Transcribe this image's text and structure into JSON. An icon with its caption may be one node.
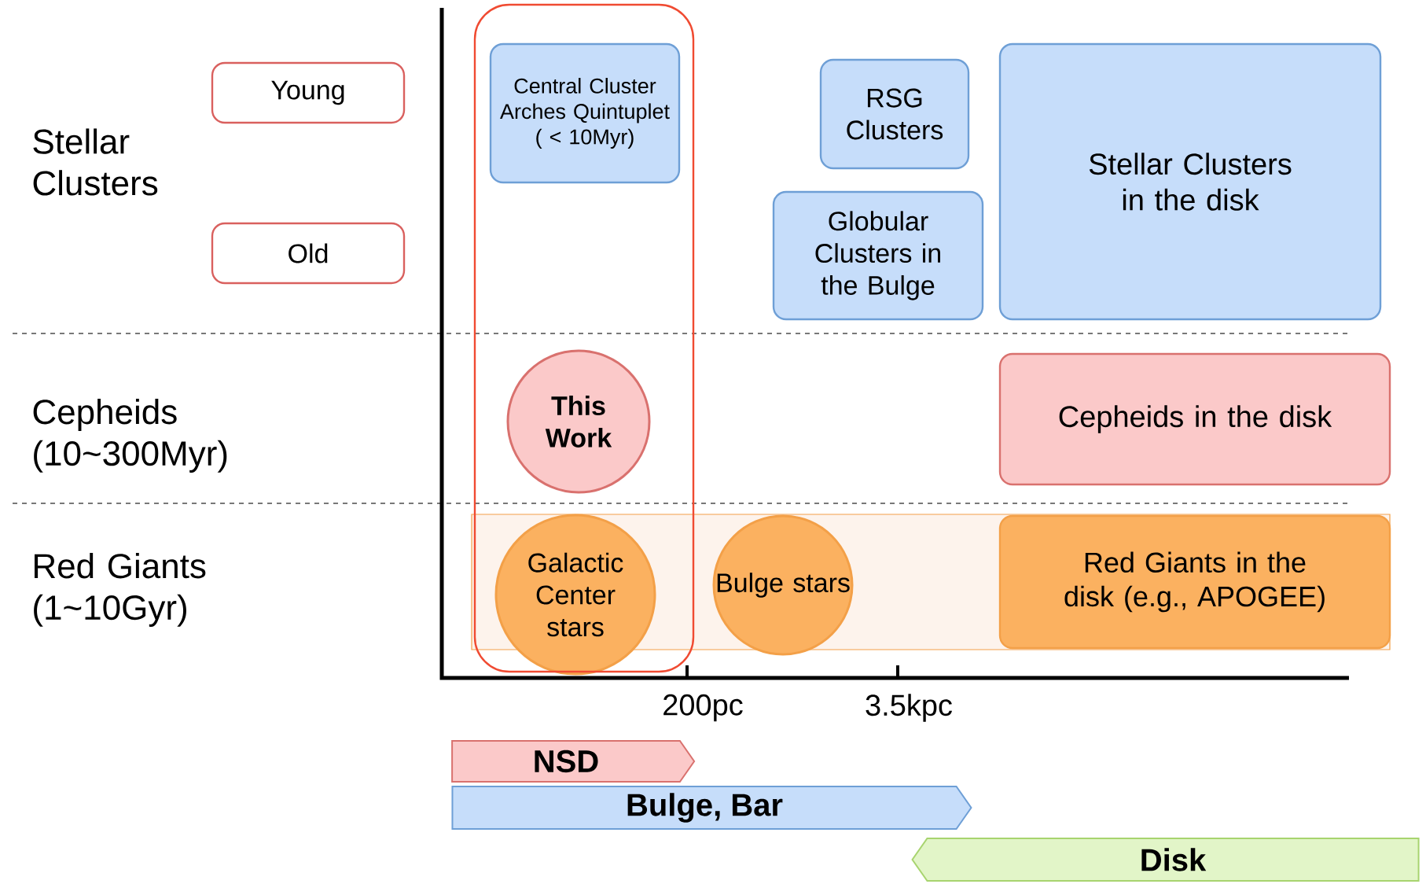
{
  "diagram": {
    "nodes": [
      {
        "text": [
          "Young"
        ]
      },
      {
        "text": [
          "Old"
        ]
      },
      {
        "text": [
          "Central Cluster Arches Quintuplet ( < 10Myr)"
        ]
      },
      {
        "text": [
          "RSG Clusters"
        ]
      },
      {
        "text": [
          "Globular Clusters in the Bulge"
        ]
      },
      {
        "text": [
          "Stellar Clusters in the disk"
        ]
      },
      {
        "text": [
          "This Work"
        ]
      },
      {
        "text": [
          "Cepheids in the disk"
        ]
      },
      {
        "text": [
          "Galactic Center stars"
        ]
      },
      {
        "text": [
          "Bulge stars"
        ]
      },
      {
        "text": [
          "Red Giants in the disk (e.g., APOGEE)"
        ]
      },
      {
        "text": [
          "NSD"
        ]
      },
      {
        "text": [
          "Bulge, Bar"
        ]
      },
      {
        "text": [
          "Disk"
        ]
      }
    ],
    "labels": [
      "Stellar Clusters",
      "Cepheids (10~300Myr)",
      "Red Giants (1~10Gyr)",
      "200pc",
      "3.5kpc"
    ]
  }
}
